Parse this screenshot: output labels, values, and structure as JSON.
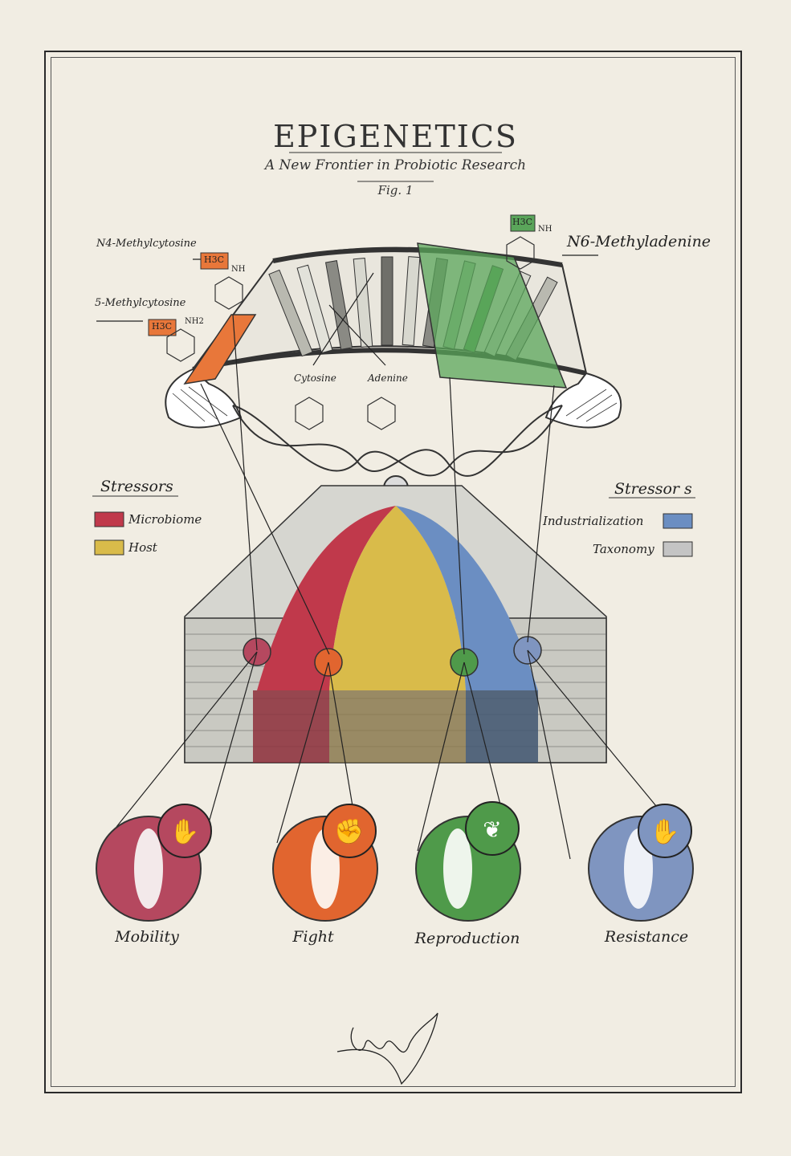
{
  "header": {
    "title": "EPIGENETICS",
    "subtitle": "A New Frontier in Probiotic Research",
    "figure": "Fig. 1"
  },
  "molecules": {
    "n4_methylcytosine": "N4-Methylcytosine",
    "five_methylcytosine": "5-Methylcytosine",
    "n6_methyladenine": "N6-Methyladenine",
    "cytosine": "Cytosine",
    "adenine": "Adenine",
    "methyl_group": "H3C",
    "nh": "NH",
    "nh2": "NH2"
  },
  "legend_left": {
    "title": "Stressors",
    "items": [
      {
        "label": "Microbiome",
        "color": "#c0394b"
      },
      {
        "label": "Host",
        "color": "#d9bb4a"
      }
    ]
  },
  "legend_right": {
    "title": "Stressor s",
    "items": [
      {
        "label": "Industrialization",
        "color": "#6b8ec2"
      },
      {
        "label": "Taxonomy",
        "color": "#c4c4c4"
      }
    ]
  },
  "traits": [
    {
      "label": "Mobility",
      "color": "#b5485f",
      "icon": "waving-hand-icon"
    },
    {
      "label": "Fight",
      "color": "#e1652f",
      "icon": "fist-icon"
    },
    {
      "label": "Reproduction",
      "color": "#4f9a4a",
      "icon": "sprout-hand-icon"
    },
    {
      "label": "Resistance",
      "color": "#7f95c0",
      "icon": "stop-hand-icon"
    }
  ],
  "colors": {
    "orange": "#e8773a",
    "green": "#5aa55a",
    "red": "#c0394b",
    "yellow": "#d9bb4a",
    "blue": "#6b8ec2",
    "gray": "#bdbdbd",
    "paper": "#f1ede3"
  }
}
